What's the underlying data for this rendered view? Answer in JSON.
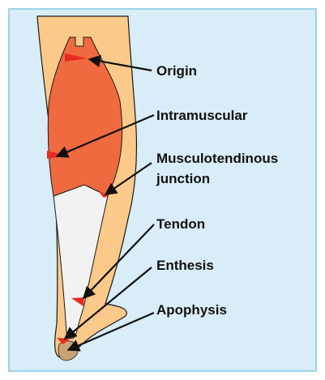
{
  "labels": {
    "origin": "Origin",
    "intramuscular": "Intramuscular",
    "musculotendinous_line1": "Musculotendinous",
    "musculotendinous_line2": "junction",
    "tendon": "Tendon",
    "enthesis": "Enthesis",
    "apophysis": "Apophysis"
  },
  "colors": {
    "background_panel": "#d8edf7",
    "panel_border": "#9fd2ea",
    "limb_fill": "#fbc98a",
    "muscle_fill": "#f06a40",
    "tendon_fill": "#f2f2f2",
    "injury_marker": "#e82b1f",
    "bone_fill": "#c9a276",
    "outline": "#1a1a1a",
    "arrow": "#111111"
  }
}
